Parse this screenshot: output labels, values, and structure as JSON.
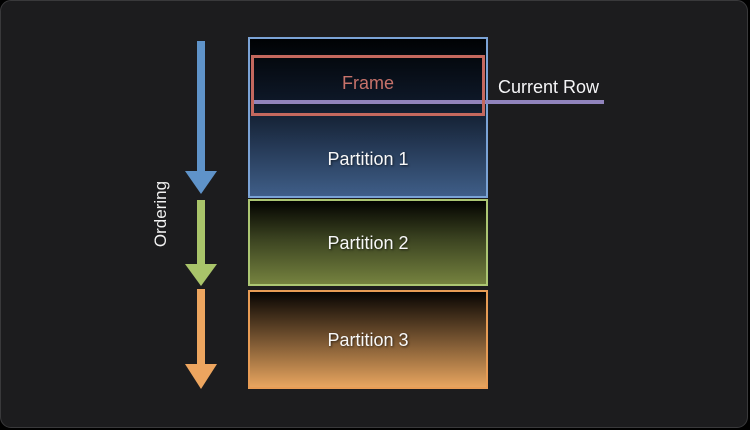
{
  "diagram": {
    "title_context": "window-function-partitions",
    "background_color": "#1c1c1e",
    "ordering": {
      "label": "Ordering",
      "arrow_colors": [
        "#5f93c9",
        "#a9c46a",
        "#eda55f"
      ]
    },
    "frame": {
      "label": "Frame",
      "border_color": "#c4685e",
      "text_color": "#c7726a"
    },
    "current_row": {
      "label": "Current Row",
      "line_color": "#9184bd"
    },
    "partitions": [
      {
        "label": "Partition 1",
        "border_color": "#7ba3d6",
        "gradient_top": "#000204",
        "gradient_bottom": "#3f5e88"
      },
      {
        "label": "Partition 2",
        "border_color": "#acc673",
        "gradient_top": "#030300",
        "gradient_bottom": "#75823f"
      },
      {
        "label": "Partition 3",
        "border_color": "#e89c55",
        "gradient_top": "#070402",
        "gradient_bottom": "#e8a55f"
      }
    ]
  }
}
